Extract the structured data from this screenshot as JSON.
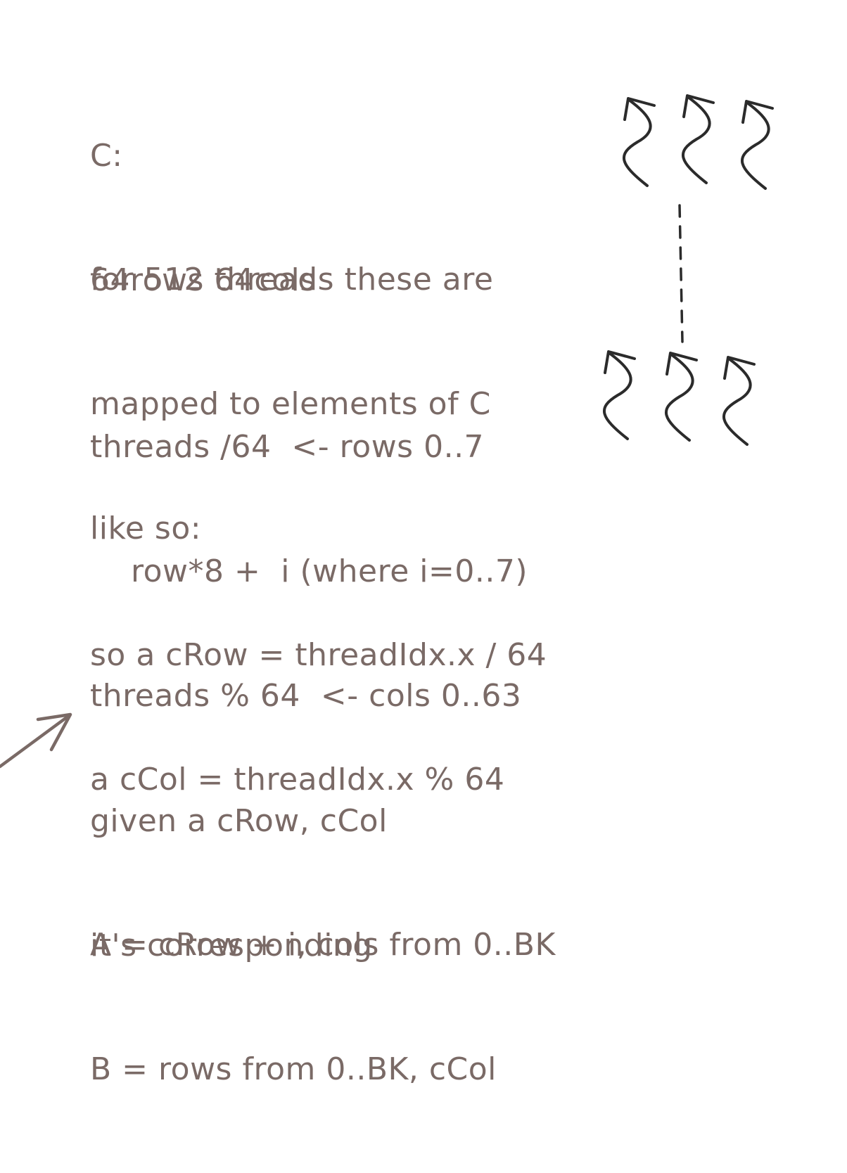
{
  "note": {
    "c_label": [
      "C:",
      "64rows 64cols"
    ],
    "mapping_text": [
      "for 512 threads these are",
      "mapped to elements of C",
      "like so:"
    ],
    "formula": [
      "threads /64  <- rows 0..7",
      "    row*8 +  i (where i=0..7)",
      "threads % 64  <- cols 0..63"
    ],
    "crow_ccol": [
      "so a cRow = threadIdx.x / 64",
      "a cCol = threadIdx.x % 64"
    ],
    "given": [
      "given a cRow, cCol",
      "it's corresponding"
    ],
    "ab_ranges": [
      "A = cRow + i, cols from 0..BK",
      "B = rows from 0..BK, cCol"
    ]
  },
  "colors": {
    "text": "#7a6a66",
    "squiggle_stroke": "#2b2b2b",
    "pointer_arrow": "#7a6a66"
  },
  "icons": {
    "thread_squiggle": "squiggle-arrow-icon",
    "pointer": "arrow-up-right-icon"
  },
  "squiggles": {
    "top_row_count": 3,
    "bottom_row_count": 3
  }
}
